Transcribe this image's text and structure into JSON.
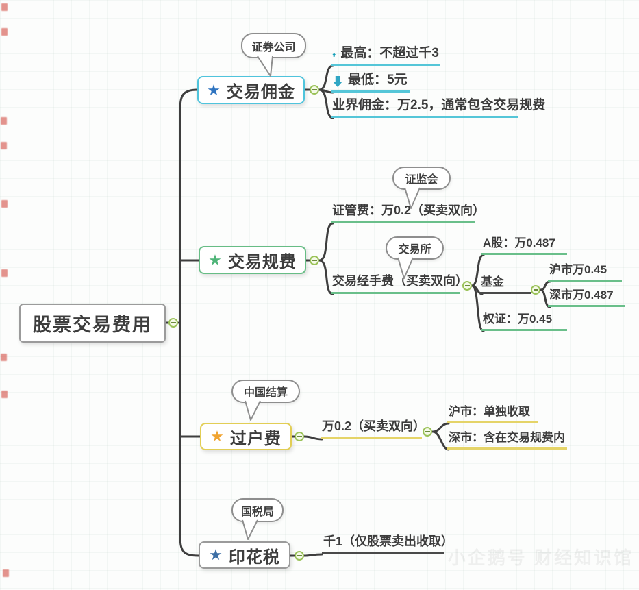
{
  "root": {
    "label": "股票交易费用"
  },
  "branches": [
    {
      "label": "交易佣金",
      "callout": "证券公司",
      "children": [
        {
          "icon": "arrow-up-icon",
          "label": "最高：不超过千3"
        },
        {
          "icon": "arrow-down-icon",
          "label": "最低：5元"
        },
        {
          "label": "业界佣金：万2.5，通常包含交易规费"
        }
      ]
    },
    {
      "label": "交易规费",
      "children": [
        {
          "callout": "证监会",
          "label": "证管费：万0.2（买卖双向）"
        },
        {
          "callout": "交易所",
          "label": "交易经手费（买卖双向）",
          "children": [
            {
              "label": "A股：万0.487"
            },
            {
              "label": "基金",
              "children": [
                {
                  "label": "沪市万0.45"
                },
                {
                  "label": "深市万0.487"
                }
              ]
            },
            {
              "label": "权证：万0.45"
            }
          ]
        }
      ]
    },
    {
      "label": "过户费",
      "callout": "中国结算",
      "children": [
        {
          "label": "万0.2（买卖双向）",
          "children": [
            {
              "label": "沪市：单独收取"
            },
            {
              "label": "深市：含在交易规费内"
            }
          ]
        }
      ]
    },
    {
      "label": "印花税",
      "callout": "国税局",
      "children": [
        {
          "label": "千1（仅股票卖出收取）"
        }
      ]
    }
  ],
  "colors": {
    "branch_commission": "#4fc4dc",
    "branch_fees": "#67bd85",
    "branch_transfer": "#e2ce55",
    "branch_stamp": "#9b9b9b",
    "star_blue": "#2f74c0",
    "star_green": "#4fb478",
    "star_orange": "#f0a431",
    "star_steel": "#3c6ea5",
    "connector_dark": "#3e3e3e",
    "collapse_green": "#9ac258",
    "arrow_teal": "#149fb8"
  },
  "watermark": {
    "text": "小企鹅号 财经知识馆"
  }
}
